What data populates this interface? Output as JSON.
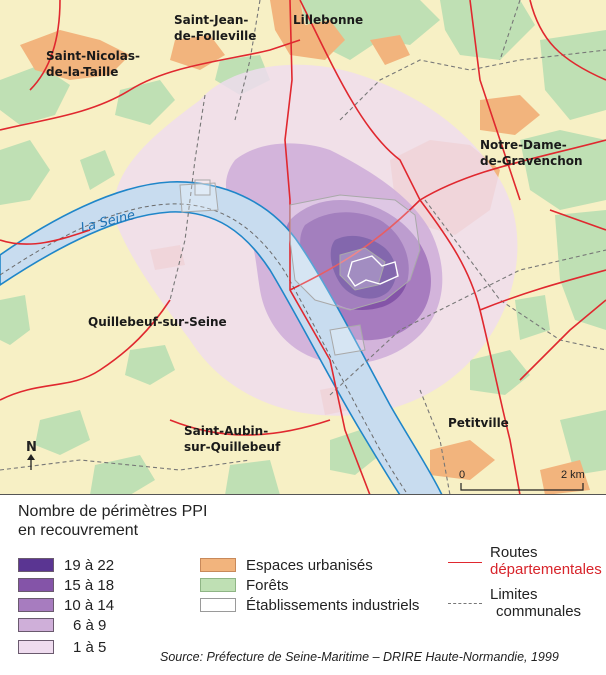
{
  "map": {
    "river_label": "La Seine",
    "places": {
      "saint_jean": [
        "Saint-Jean-",
        "de-Folleville"
      ],
      "lillebonne": [
        "Lillebonne"
      ],
      "saint_nicolas": [
        "Saint-Nicolas-",
        "de-la-Taille"
      ],
      "notre_dame": [
        "Notre-Dame-",
        "de-Gravenchon"
      ],
      "quillebeuf": [
        "Quillebeuf-sur-Seine"
      ],
      "saint_aubin": [
        "Saint-Aubin-",
        "sur-Quillebeuf"
      ],
      "petitville": [
        "Petitville"
      ]
    },
    "north_label": "N",
    "scale": {
      "start": "0",
      "end": "2 km"
    }
  },
  "legend": {
    "title_line1": "Nombre de périmètres PPI",
    "title_line2": "en recouvrement",
    "classes": [
      {
        "label": "19 à 22",
        "color": "#5a3592"
      },
      {
        "label": "15 à 18",
        "color": "#8454a8"
      },
      {
        "label": "10 à 14",
        "color": "#a77cbf"
      },
      {
        "label": "6 à 9",
        "color": "#cfafd9"
      },
      {
        "label": "1 à 5",
        "color": "#efdcef"
      }
    ],
    "urban": {
      "label": "Espaces urbanisés",
      "color": "#f2b47d"
    },
    "forest": {
      "label": "Forêts",
      "color": "#bfe0b4"
    },
    "industrial": {
      "label": "Établissements industriels",
      "color": "#ffffff"
    },
    "roads": {
      "line1": "Routes",
      "line2": "départementales",
      "color": "#e0282f"
    },
    "boundaries": {
      "line1": "Limites",
      "line2": "communales",
      "color": "#777777"
    }
  },
  "source": "Source: Préfecture de Seine-Maritime – DRIRE Haute-Normandie, 1999",
  "colors": {
    "background": "#f7f0c5",
    "river": "#c8dcef",
    "river_bank": "#1f86c9"
  }
}
